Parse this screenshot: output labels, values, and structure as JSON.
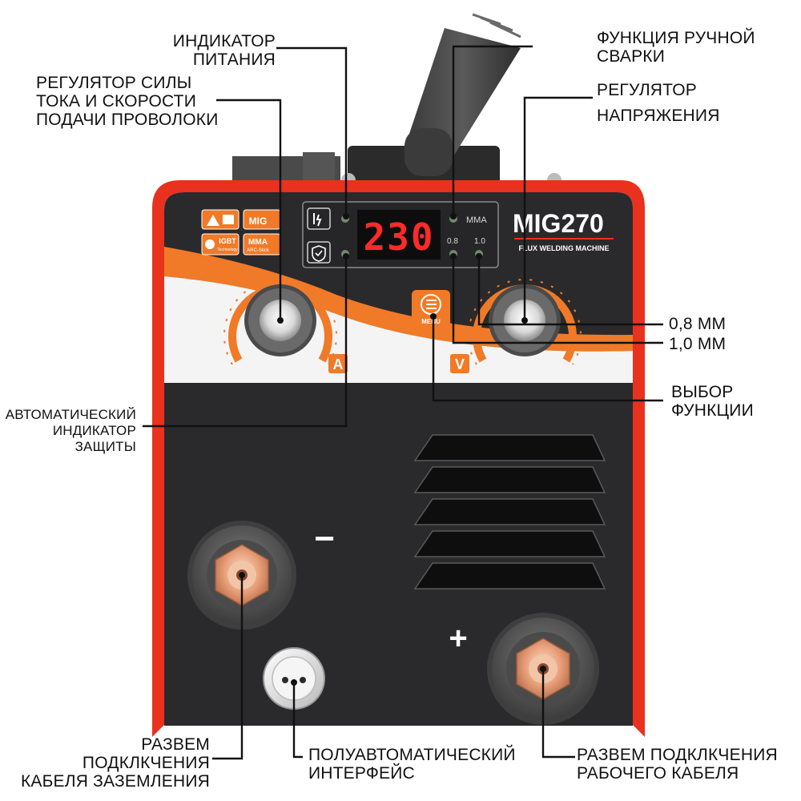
{
  "display": {
    "value": "230"
  },
  "panel": {
    "model": "MIG270",
    "subtitle": "FLUX WELDING MACHINE",
    "mma_label": "MMA",
    "wire_08_label": "0.8",
    "wire_10_label": "1.0",
    "knob_left_letter": "A",
    "knob_right_letter": "V",
    "menu_label": "MENU",
    "minus_symbol": "−",
    "plus_symbol": "+",
    "badges": {
      "mig": "MIG",
      "igbt": "IGBT",
      "igbt_sub": "Technology",
      "mma": "MMA",
      "mma_sub": "ARC-Stick"
    }
  },
  "callouts": {
    "power_indicator": [
      "ИНДИКАТОР",
      "ПИТАНИЯ"
    ],
    "current_regulator": [
      "РЕГУЛЯТОР СИЛЫ",
      "ТОКА И СКОРОСТИ",
      "ПОДАЧИ ПРОВОЛОКИ"
    ],
    "protection_indicator": [
      "АВТОМАТИЧЕСКИЙ",
      "ИНДИКАТОР",
      "ЗАЩИТЫ"
    ],
    "manual_welding": [
      "ФУНКЦИЯ РУЧНОЙ",
      "СВАРКИ"
    ],
    "voltage_regulator": [
      "РЕГУЛЯТОР",
      "НАПРЯЖЕНИЯ"
    ],
    "wire_08": "0,8 ММ",
    "wire_10": "1,0 ММ",
    "function_select": [
      "ВЫБОР",
      "ФУНКЦИИ"
    ],
    "ground_socket": [
      "РАЗВЕМ",
      "ПОДКЛКЧЕНИЯ",
      "КАБЕЛЯ ЗАЗЕМЛЕНИЯ"
    ],
    "semi_auto_interface": [
      "ПОЛУАВТОМАТИЧЕСКИЙ",
      "ИНТЕРФЕЙС"
    ],
    "work_socket": [
      "РАЗВЕМ ПОДКЛКЧЕНИЯ",
      "РАБОЧЕГО КАБЕЛЯ"
    ]
  },
  "colors": {
    "frame_red": "#e8321e",
    "accent_orange": "#f07a28",
    "panel_dark": "#2a2a2c",
    "display_red": "#ff2a2a",
    "copper": "#e8a07a"
  }
}
